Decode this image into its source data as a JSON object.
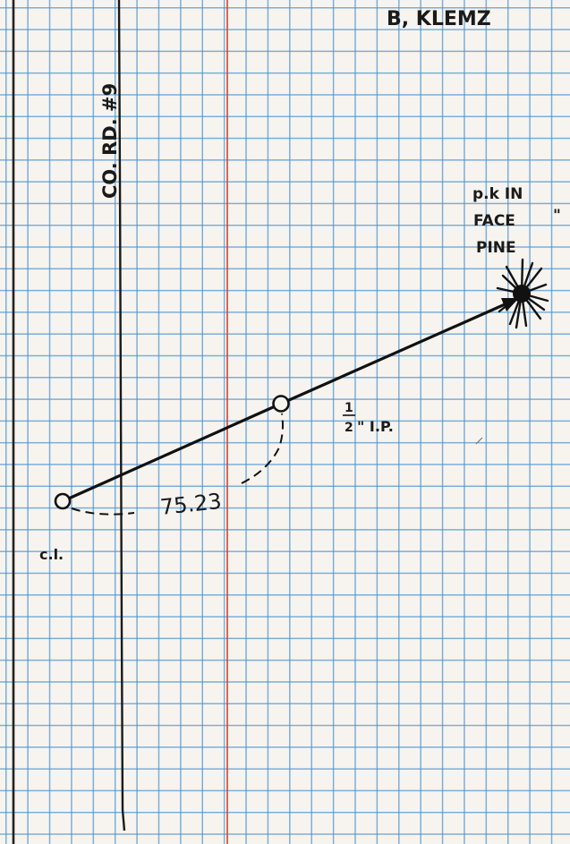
{
  "header": {
    "author": "B, KLEMZ"
  },
  "road": {
    "label": "CO. RD. #9"
  },
  "points": {
    "start_label": "c.l.",
    "middle_label_frac_num": "1",
    "middle_label_frac_den": "2",
    "middle_label_rest": "\" I.P.",
    "end_label_line1": "p.k IN",
    "end_label_line2": "FACE",
    "end_label_mark": "\"",
    "end_label_line3": "PINE"
  },
  "measurement": {
    "distance": "75.23"
  },
  "colors": {
    "ink": "#1a1a1a",
    "grid": "#5096d2",
    "margin_line": "#e0402a",
    "paper": "#f7f4ef"
  }
}
